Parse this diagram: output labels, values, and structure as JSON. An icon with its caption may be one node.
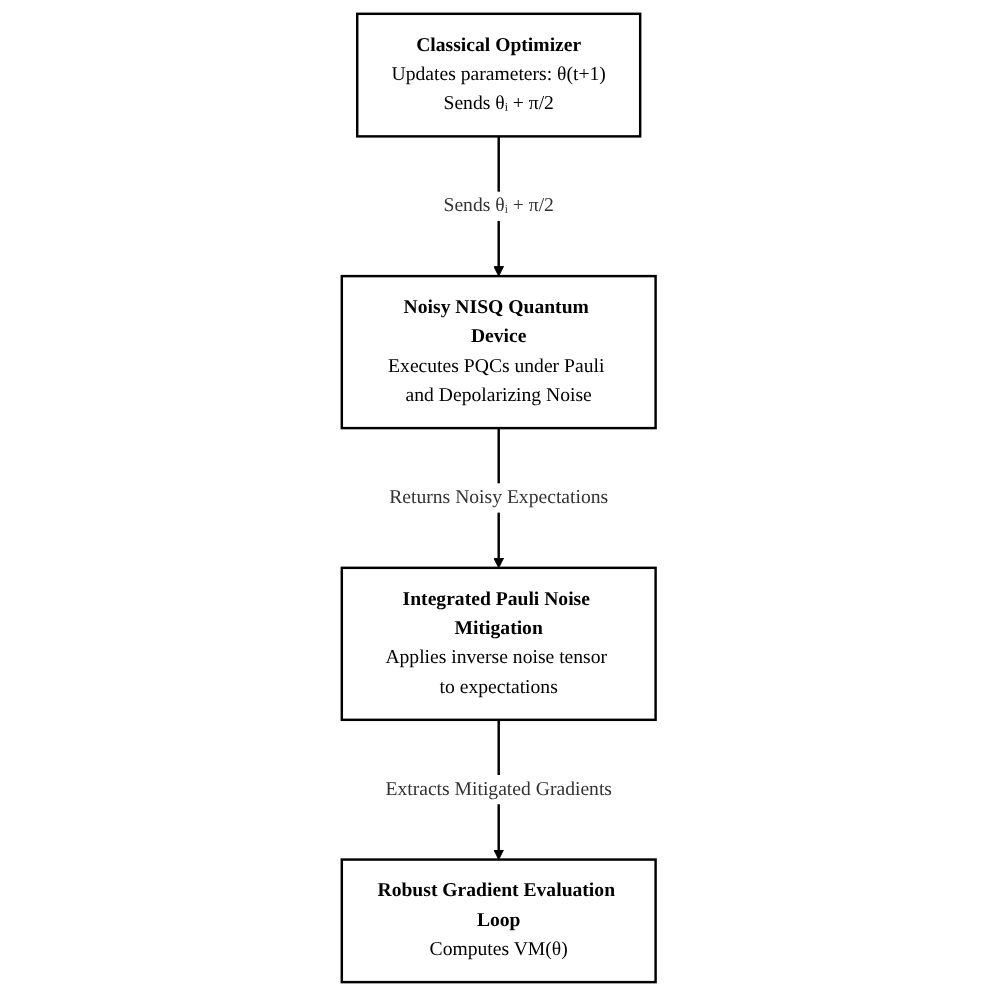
{
  "diagram": {
    "nodes": [
      {
        "text": [
          "Classical Optimizer",
          "Updates parameters: θ(t+1)",
          "Sends θᵢ + π/2"
        ]
      },
      {
        "text": [
          "Noisy NISQ Quantum Device",
          "Executes PQCs under Pauli and Depolarizing Noise"
        ]
      },
      {
        "text": [
          "Integrated Pauli Noise Mitigation",
          "Applies inverse noise tensor to expectations"
        ]
      },
      {
        "text": [
          "Robust Gradient Evaluation Loop",
          "Computes VM(θ)"
        ]
      }
    ],
    "edges": [
      {
        "from": 0,
        "to": 1,
        "arrow": "to",
        "label": "Sends θᵢ + π/2"
      },
      {
        "from": 1,
        "to": 2,
        "arrow": "to",
        "label": "Returns Noisy Expectations"
      },
      {
        "from": 2,
        "to": 3,
        "arrow": "to",
        "label": "Extracts Mitigated Gradients"
      }
    ]
  }
}
